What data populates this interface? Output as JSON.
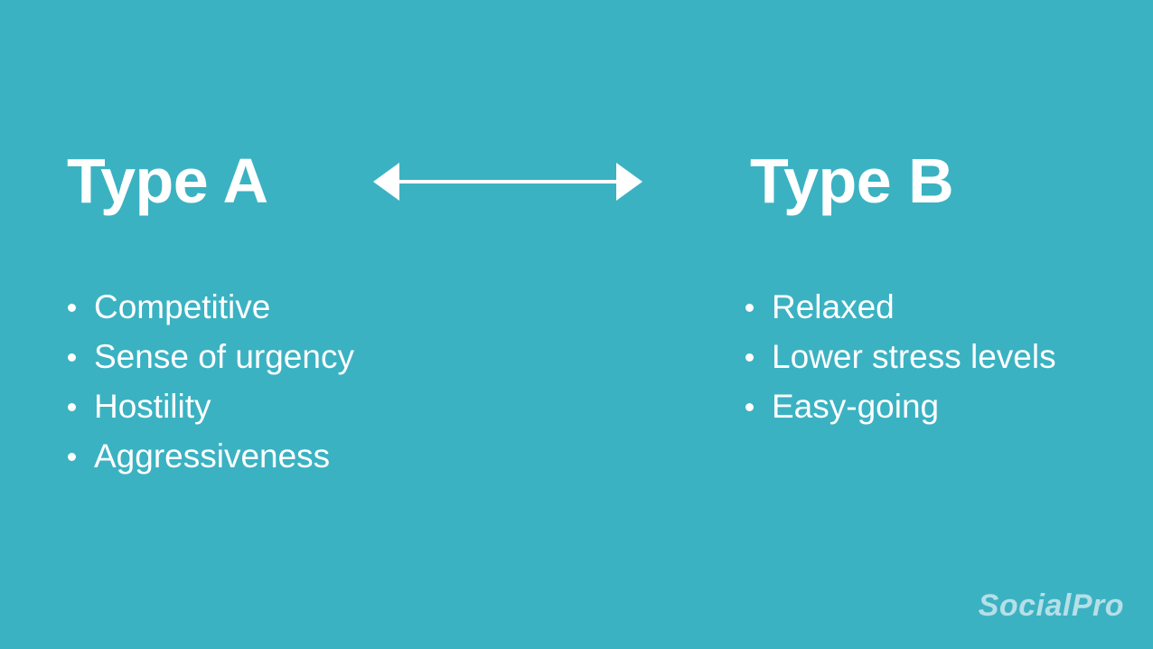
{
  "slide": {
    "background_color": "#3bb2c2",
    "text_color": "#ffffff",
    "brand_color": "#b6dfe7"
  },
  "columns": {
    "left": {
      "heading": "Type A",
      "items": [
        "Competitive",
        "Sense of urgency",
        "Hostility",
        "Aggressiveness"
      ]
    },
    "right": {
      "heading": "Type B",
      "items": [
        "Relaxed",
        "Lower stress levels",
        "Easy-going"
      ]
    }
  },
  "connector": {
    "icon": "double-headed-arrow-icon",
    "color": "#ffffff"
  },
  "brand": {
    "name": "SocialPro"
  }
}
